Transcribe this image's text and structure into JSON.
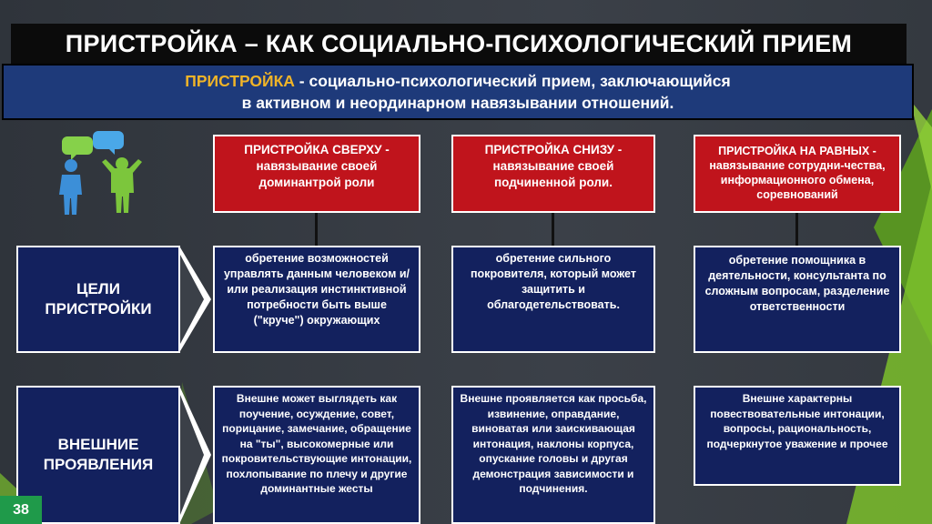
{
  "title": "ПРИСТРОЙКА – КАК СОЦИАЛЬНО-ПСИХОЛОГИЧЕСКИЙ ПРИЕМ",
  "definition": {
    "term": "ПРИСТРОЙКА",
    "line1_rest": " - социально-психологический прием, заключающийся",
    "line2": "в активном и неординарном навязывании отношений."
  },
  "types": [
    {
      "title": "ПРИСТРОЙКА СВЕРХУ -",
      "text": "навязывание своей доминантрой роли"
    },
    {
      "title": "ПРИСТРОЙКА СНИЗУ -",
      "text": "навязывание своей подчиненной роли."
    },
    {
      "title": "ПРИСТРОЙКА НА РАВНЫХ -",
      "text": "навязывание сотрудни-чества, информационного обмена, соревнований"
    }
  ],
  "goals_label": "ЦЕЛИ ПРИСТРОЙКИ",
  "goals": [
    "обретение возможностей управлять данным человеком и/или реализация инстинктивной потребности быть выше (\"круче\") окружающих",
    "обретение сильного покровителя, который может защитить и облагодетельствовать.",
    "обретение помощника в деятельности, консультанта по сложным вопросам, разделение ответственности"
  ],
  "manifest_label": "ВНЕШНИЕ ПРОЯВЛЕНИЯ",
  "manifestations": [
    "Внешне может выглядеть как поучение, осуждение, совет, порицание, замечание, обращение на \"ты\", высокомерные или покровительствующие интонации, похлопывание по плечу и другие доминантные жесты",
    "Внешне проявляется как просьба, извинение, оправдание, виноватая или заискивающая интонация, наклоны корпуса, опускание головы и другая демонстрация зависимости и подчинения.",
    "Внешне характерны повествовательные интонации, вопросы, рациональность, подчеркнутое уважение и прочее"
  ],
  "page_number": "38",
  "colors": {
    "title_bg": "#0b0b0b",
    "definition_bg": "#1e3a7a",
    "accent": "#f0b428",
    "red_box": "#c0141c",
    "blue_box": "#13215e",
    "green": "#6ab023"
  }
}
